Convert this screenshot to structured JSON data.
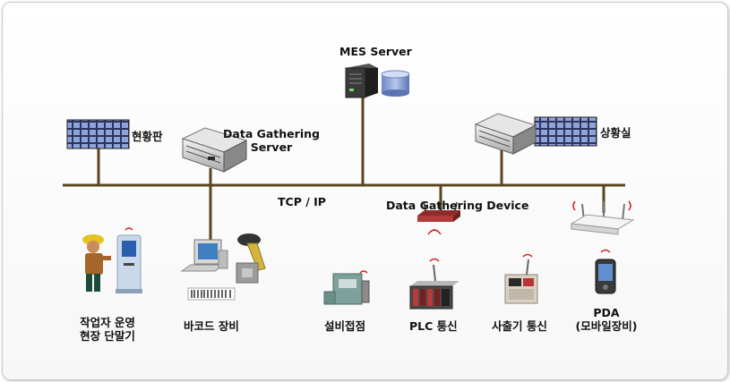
{
  "labels": {
    "mes_server": "MES Server",
    "status_board": "현황판",
    "dg_server_line1": "Data Gathering",
    "dg_server_line2": "Server",
    "situation_room": "상황실",
    "tcp_ip": "TCP / IP",
    "dg_device": "Data Gathering Device",
    "worker_terminal_line1": "작업자 운영",
    "worker_terminal_line2": "현장 단말기",
    "barcode": "바코드 장비",
    "equipment_contact": "설비접점",
    "plc": "PLC 통신",
    "injection": "사출기 통신",
    "pda_line1": "PDA",
    "pda_line2": "(모바일장비)"
  },
  "colors": {
    "network_line": "#5b4420",
    "wireless": "#cc2222",
    "monitor_grid": "#3d4c8a"
  }
}
